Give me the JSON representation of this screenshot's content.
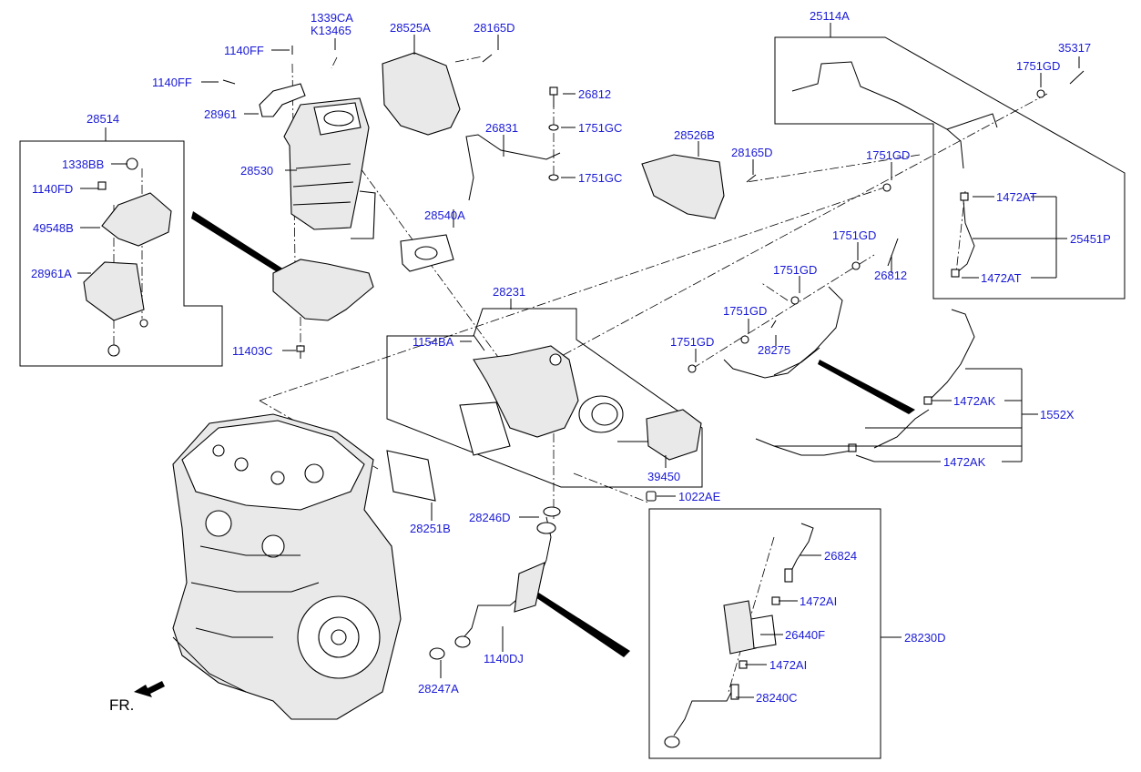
{
  "labels": {
    "l1339ca": "1339CA",
    "lk13465": "K13465",
    "l28525a": "28525A",
    "l28165d_top": "28165D",
    "l25114a": "25114A",
    "l35317": "35317",
    "l1140ff_a": "1140FF",
    "l1140ff_b": "1140FF",
    "l1751gd_1": "1751GD",
    "l26812_top": "26812",
    "l28961": "28961",
    "l28514": "28514",
    "l26831": "26831",
    "l1751gc_1": "1751GC",
    "l28526b": "28526B",
    "l28165d_mid": "28165D",
    "l1751gd_2": "1751GD",
    "l1338bb": "1338BB",
    "l28530": "28530",
    "l1751gc_2": "1751GC",
    "l1140fd": "1140FD",
    "l1472at_1": "1472AT",
    "l28540a": "28540A",
    "l49548b": "49548B",
    "l1751gd_3": "1751GD",
    "l25451p": "25451P",
    "l1751gd_4": "1751GD",
    "l26812_mid": "26812",
    "l28961a": "28961A",
    "l1472at_2": "1472AT",
    "l28231": "28231",
    "l1751gd_5": "1751GD",
    "l1154ba": "1154BA",
    "l1751gd_6": "1751GD",
    "l28275": "28275",
    "l11403c": "11403C",
    "l1472ak_1": "1472AK",
    "l1552x": "1552X",
    "l1472ak_2": "1472AK",
    "l39450": "39450",
    "l1022ae": "1022AE",
    "l28251b": "28251B",
    "l28246d": "28246D",
    "l26824": "26824",
    "l1472ai_1": "1472AI",
    "l26440f": "26440F",
    "l28230d": "28230D",
    "l1140dj": "1140DJ",
    "l1472ai_2": "1472AI",
    "l28247a": "28247A",
    "l28240c": "28240C",
    "fr": "FR."
  },
  "colors": {
    "label": "#1a1ad6",
    "line": "#000000",
    "background": "#ffffff"
  },
  "icons": {
    "front_arrow": "front-direction-arrow-icon"
  }
}
